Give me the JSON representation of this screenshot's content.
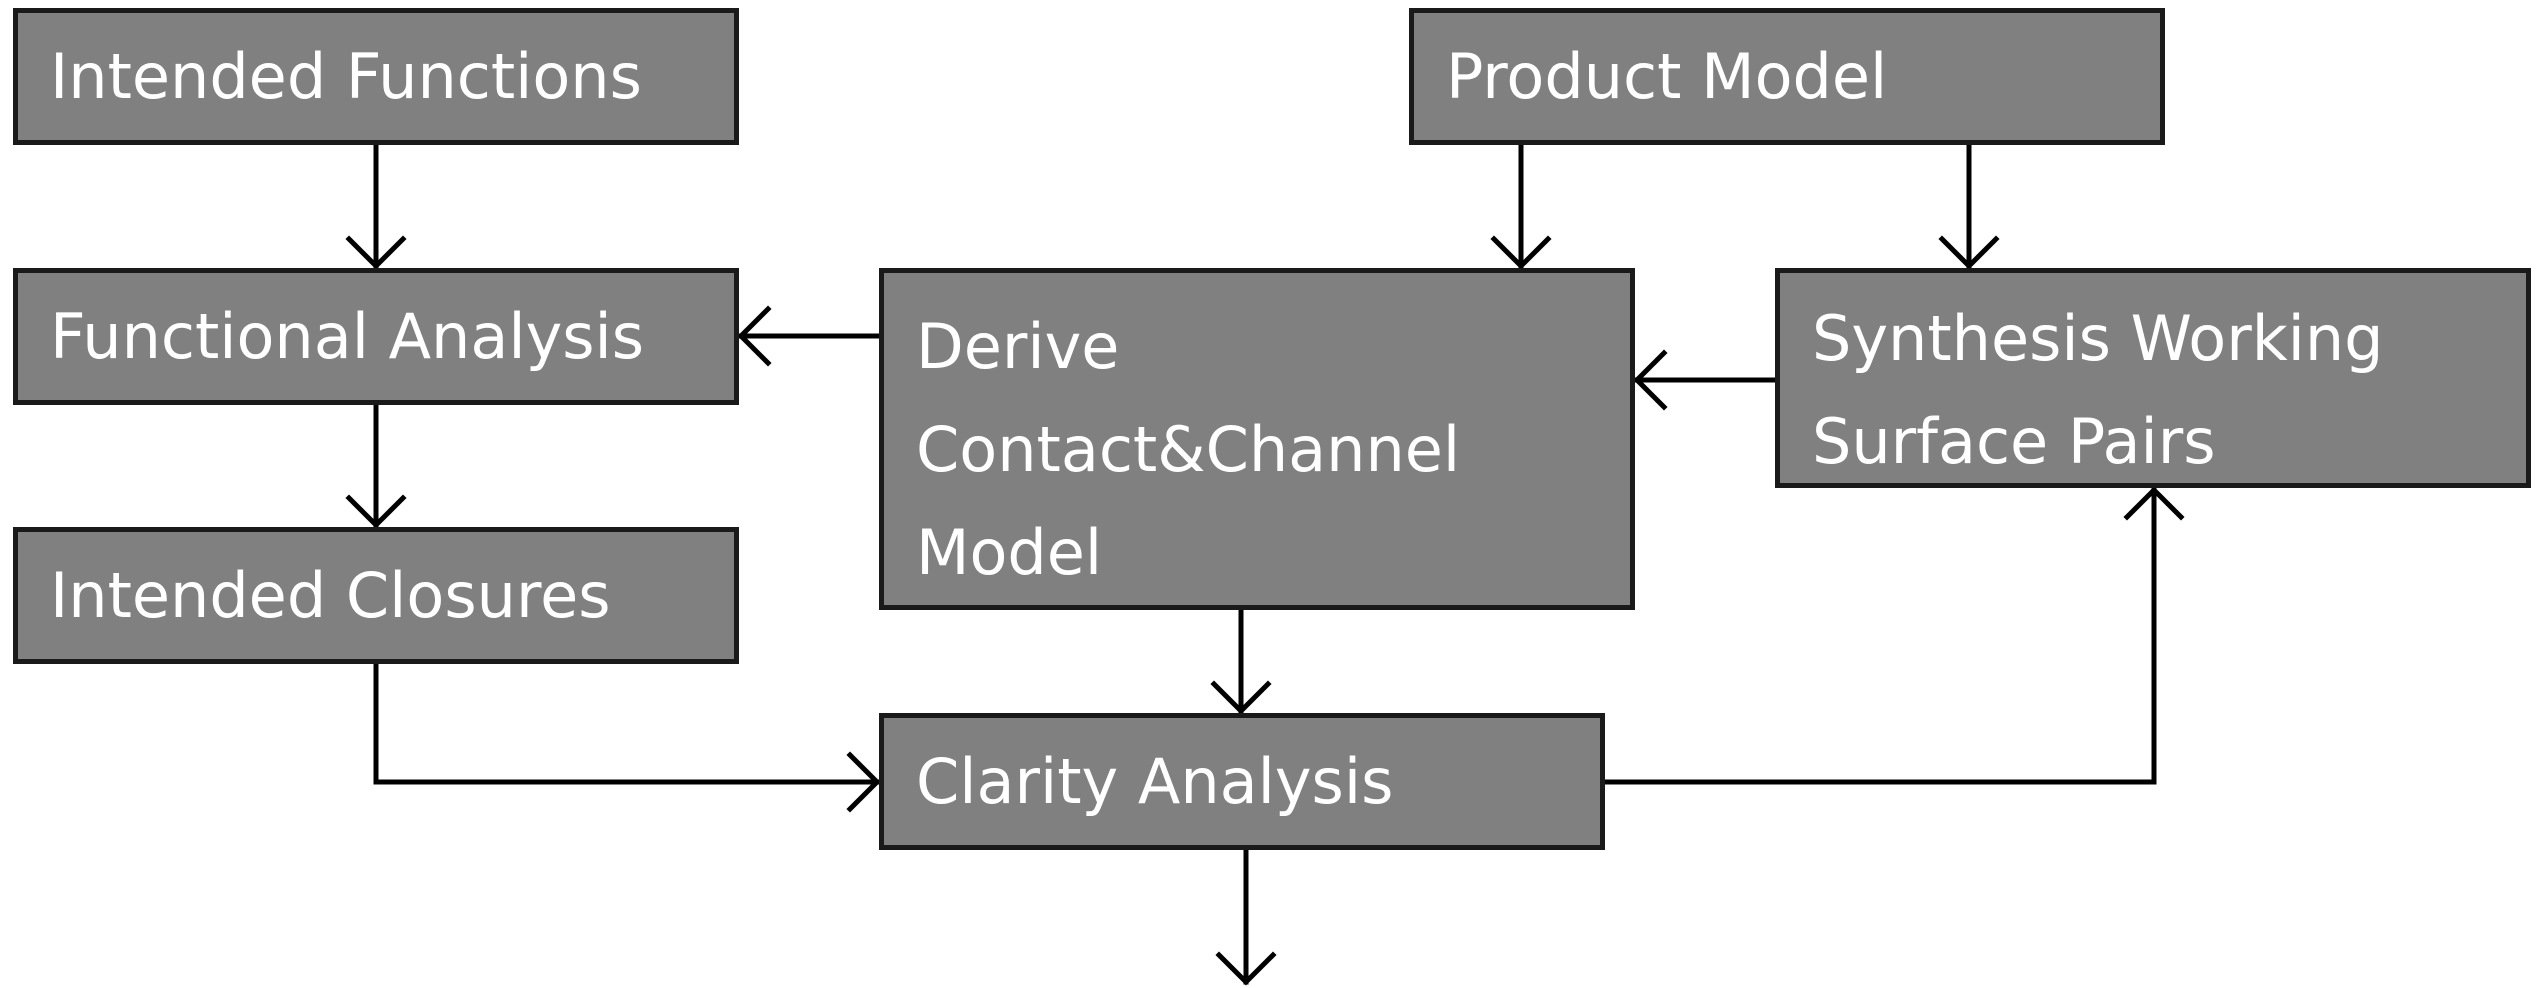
{
  "boxes": {
    "intended_functions": "Intended Functions",
    "functional_analysis": "Functional Analysis",
    "intended_closures": "Intended Closures",
    "product_model": "Product Model",
    "derive_model": [
      "Derive",
      "Contact&Channel",
      "Model"
    ],
    "synthesis_pairs": [
      "Synthesis Working",
      "Surface Pairs"
    ],
    "clarity_analysis": "Clarity Analysis"
  },
  "colors": {
    "box_fill": "#808080",
    "box_border": "#1a1a1a",
    "box_text": "#ffffff",
    "connector": "#000000"
  }
}
